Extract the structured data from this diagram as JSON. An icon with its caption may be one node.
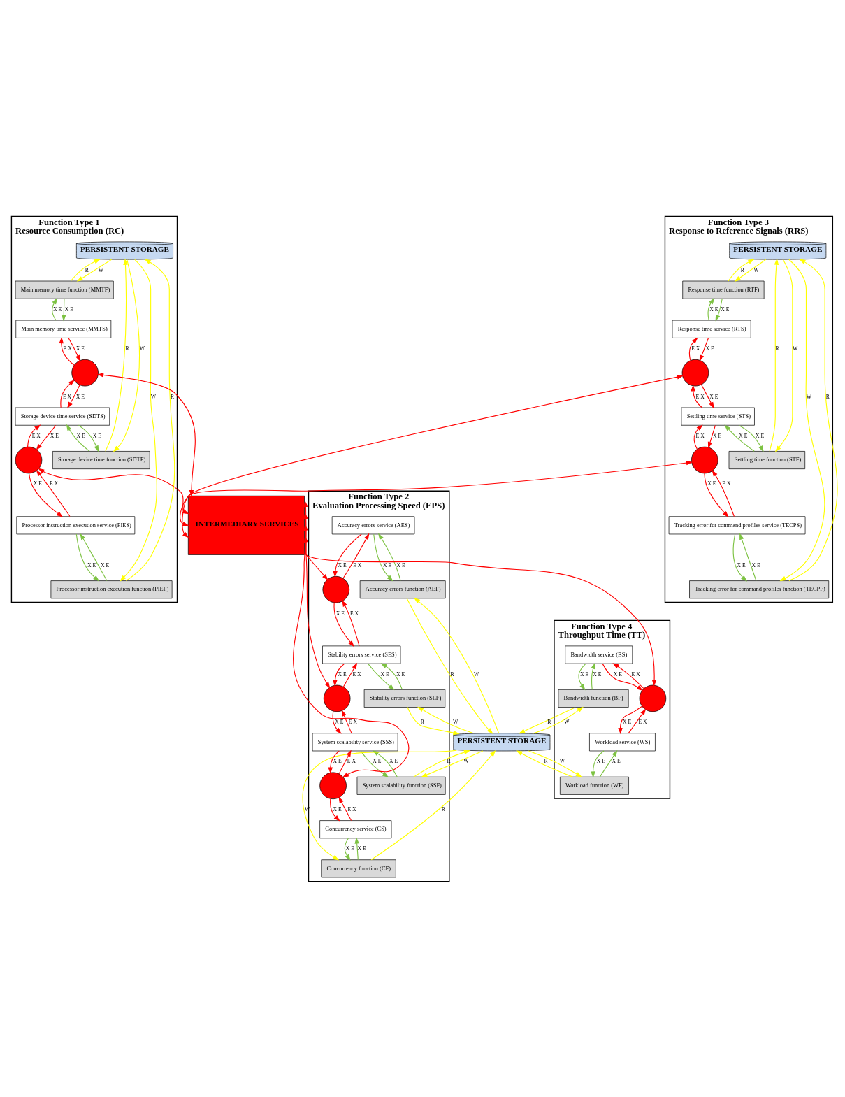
{
  "diagram": {
    "nodes": [
      {
        "text": [
          "Function Type 1",
          "Resource Consumption (RC)"
        ]
      },
      {
        "text": [
          "PERSISTENT STORAGE"
        ],
        "in": 0
      },
      {
        "text": [
          "Main memory time function (MMTF)"
        ],
        "in": 0
      },
      {
        "text": [
          "Main memory time service (MMTS)"
        ],
        "in": 0
      },
      {
        "text": [
          "Storage device time function (SDTF)"
        ],
        "in": 0
      },
      {
        "text": [
          "Storage device time service (SDTS)"
        ],
        "in": 0
      },
      {
        "text": [
          "Processor instruction execution function (PIEF)"
        ],
        "in": 0
      },
      {
        "text": [
          "Processor instruction execution service (PIES)"
        ],
        "in": 0
      },
      {
        "text": [],
        "shape": "circle",
        "in": 0
      },
      {
        "text": [],
        "shape": "circle",
        "in": 0
      },
      {
        "text": [
          "Function Type 2",
          "Evaluation Processing Speed (EPS)"
        ]
      },
      {
        "text": [
          "Accuracy errors service (AES)"
        ],
        "in": 10
      },
      {
        "text": [
          "Accuracy errors function (AEF)"
        ],
        "in": 10
      },
      {
        "text": [
          "Stability errors service (SES)"
        ],
        "in": 10
      },
      {
        "text": [
          "Stability errors function (SEF)"
        ],
        "in": 10
      },
      {
        "text": [
          "System scalability service (SSS)"
        ],
        "in": 10
      },
      {
        "text": [
          "System scalability function (SSF)"
        ],
        "in": 10
      },
      {
        "text": [
          "Concurrency service (CS)"
        ],
        "in": 10
      },
      {
        "text": [
          "Concurrency function (CF)"
        ],
        "in": 10
      },
      {
        "text": [],
        "shape": "circle",
        "in": 10
      },
      {
        "text": [],
        "shape": "circle",
        "in": 10
      },
      {
        "text": [],
        "shape": "circle",
        "in": 10
      },
      {
        "text": [
          "Function Type 3",
          "Response to Reference Signals (RRS)"
        ]
      },
      {
        "text": [
          "PERSISTENT STORAGE"
        ],
        "in": 22
      },
      {
        "text": [
          "Response time function (RTF)"
        ],
        "in": 22
      },
      {
        "text": [
          "Response time service (RTS)"
        ],
        "in": 22
      },
      {
        "text": [
          "Settling time function (STF)"
        ],
        "in": 22
      },
      {
        "text": [
          "Settling time service (STS)"
        ],
        "in": 22
      },
      {
        "text": [
          "Tracking error for command profiles function (TECPF)"
        ],
        "in": 22
      },
      {
        "text": [
          "Tracking error for command profiles service (TECPS)"
        ],
        "in": 22
      },
      {
        "text": [],
        "shape": "circle",
        "in": 22
      },
      {
        "text": [],
        "shape": "circle",
        "in": 22
      },
      {
        "text": [
          "Function Type 4",
          "Throughput Time (TT)"
        ]
      },
      {
        "text": [
          "Bandwidth service (BS)"
        ],
        "in": 32
      },
      {
        "text": [
          "Bandwidth function (BF)"
        ],
        "in": 32
      },
      {
        "text": [
          "Workload service (WS)"
        ],
        "in": 32
      },
      {
        "text": [
          "Workload function (WF)"
        ],
        "in": 32
      },
      {
        "text": [],
        "shape": "circle",
        "in": 32
      },
      {
        "text": [
          "PERSISTENT STORAGE"
        ]
      },
      {
        "text": [
          "INTERMEDIARY SERVICES"
        ]
      }
    ],
    "edges": [
      {
        "from": 1,
        "to": 2,
        "arrow": "to",
        "label": "W",
        "color": "#ffff00"
      },
      {
        "from": 2,
        "to": 1,
        "arrow": "to",
        "label": "R",
        "color": "#ffff00"
      },
      {
        "from": 3,
        "to": 2,
        "arrow": "to",
        "label": "X E",
        "color": "#7dc242"
      },
      {
        "from": 2,
        "to": 3,
        "arrow": "to",
        "label": "X E",
        "color": "#7dc242"
      },
      {
        "from": 8,
        "to": 3,
        "arrow": "to",
        "label": "E X"
      },
      {
        "from": 3,
        "to": 8,
        "arrow": "to",
        "label": "X E"
      },
      {
        "from": 8,
        "to": 39,
        "arrow": "both"
      },
      {
        "from": 5,
        "to": 8,
        "arrow": "to",
        "label": "E X"
      },
      {
        "from": 8,
        "to": 5,
        "arrow": "to",
        "label": "X E"
      },
      {
        "from": 1,
        "to": 4,
        "arrow": "to",
        "label": "W",
        "color": "#ffff00"
      },
      {
        "from": 4,
        "to": 1,
        "arrow": "to",
        "label": "R",
        "color": "#ffff00"
      },
      {
        "from": 5,
        "to": 4,
        "arrow": "to",
        "label": "X E",
        "color": "#7dc242"
      },
      {
        "from": 4,
        "to": 5,
        "arrow": "to",
        "label": "X E",
        "color": "#7dc242"
      },
      {
        "from": 9,
        "to": 5,
        "arrow": "to",
        "label": "E X"
      },
      {
        "from": 5,
        "to": 9,
        "arrow": "to",
        "label": "X E"
      },
      {
        "from": 9,
        "to": 39,
        "arrow": "both"
      },
      {
        "from": 7,
        "to": 9,
        "arrow": "to",
        "label": "E X"
      },
      {
        "from": 9,
        "to": 7,
        "arrow": "to",
        "label": "X E"
      },
      {
        "from": 1,
        "to": 6,
        "arrow": "to",
        "label": "W",
        "color": "#ffff00"
      },
      {
        "from": 6,
        "to": 1,
        "arrow": "to",
        "label": "R",
        "color": "#ffff00"
      },
      {
        "from": 7,
        "to": 6,
        "arrow": "to",
        "label": "X E",
        "color": "#7dc242"
      },
      {
        "from": 6,
        "to": 7,
        "arrow": "to",
        "label": "X E",
        "color": "#7dc242"
      },
      {
        "from": 12,
        "to": 11,
        "arrow": "to",
        "label": "X E",
        "color": "#7dc242"
      },
      {
        "from": 11,
        "to": 12,
        "arrow": "to",
        "label": "X E",
        "color": "#7dc242"
      },
      {
        "from": 12,
        "to": 38,
        "arrow": "to",
        "label": "R",
        "color": "#ffff00"
      },
      {
        "from": 38,
        "to": 12,
        "arrow": "to",
        "label": "W",
        "color": "#ffff00"
      },
      {
        "from": 19,
        "to": 11,
        "arrow": "to",
        "label": "E X"
      },
      {
        "from": 11,
        "to": 19,
        "arrow": "to",
        "label": "X E"
      },
      {
        "from": 39,
        "to": 19,
        "arrow": "both"
      },
      {
        "from": 13,
        "to": 19,
        "arrow": "to",
        "label": "E X"
      },
      {
        "from": 19,
        "to": 13,
        "arrow": "to",
        "label": "X E"
      },
      {
        "from": 14,
        "to": 13,
        "arrow": "to",
        "label": "X E",
        "color": "#7dc242"
      },
      {
        "from": 13,
        "to": 14,
        "arrow": "to",
        "label": "X E",
        "color": "#7dc242"
      },
      {
        "from": 14,
        "to": 38,
        "arrow": "to",
        "label": "R",
        "color": "#ffff00"
      },
      {
        "from": 38,
        "to": 14,
        "arrow": "to",
        "label": "W",
        "color": "#ffff00"
      },
      {
        "from": 20,
        "to": 13,
        "arrow": "to",
        "label": "E X"
      },
      {
        "from": 13,
        "to": 20,
        "arrow": "to",
        "label": "X E"
      },
      {
        "from": 39,
        "to": 20,
        "arrow": "both"
      },
      {
        "from": 15,
        "to": 20,
        "arrow": "to",
        "label": "E X"
      },
      {
        "from": 20,
        "to": 15,
        "arrow": "to",
        "label": "X E"
      },
      {
        "from": 16,
        "to": 15,
        "arrow": "to",
        "label": "X E",
        "color": "#7dc242"
      },
      {
        "from": 15,
        "to": 16,
        "arrow": "to",
        "label": "X E",
        "color": "#7dc242"
      },
      {
        "from": 16,
        "to": 38,
        "arrow": "to",
        "label": "R",
        "color": "#ffff00"
      },
      {
        "from": 38,
        "to": 16,
        "arrow": "to",
        "label": "W",
        "color": "#ffff00"
      },
      {
        "from": 21,
        "to": 15,
        "arrow": "to",
        "label": "E X"
      },
      {
        "from": 15,
        "to": 21,
        "arrow": "to",
        "label": "X E"
      },
      {
        "from": 39,
        "to": 21,
        "arrow": "both"
      },
      {
        "from": 17,
        "to": 21,
        "arrow": "to",
        "label": "E X"
      },
      {
        "from": 21,
        "to": 17,
        "arrow": "to",
        "label": "X E"
      },
      {
        "from": 18,
        "to": 17,
        "arrow": "to",
        "label": "X E",
        "color": "#7dc242"
      },
      {
        "from": 17,
        "to": 18,
        "arrow": "to",
        "label": "X E",
        "color": "#7dc242"
      },
      {
        "from": 18,
        "to": 38,
        "arrow": "to",
        "label": "R",
        "color": "#ffff00"
      },
      {
        "from": 38,
        "to": 18,
        "arrow": "to",
        "label": "W",
        "color": "#ffff00"
      },
      {
        "from": 23,
        "to": 24,
        "arrow": "to",
        "label": "W",
        "color": "#ffff00"
      },
      {
        "from": 24,
        "to": 23,
        "arrow": "to",
        "label": "R",
        "color": "#ffff00"
      },
      {
        "from": 25,
        "to": 24,
        "arrow": "to",
        "label": "X E",
        "color": "#7dc242"
      },
      {
        "from": 24,
        "to": 25,
        "arrow": "to",
        "label": "X E",
        "color": "#7dc242"
      },
      {
        "from": 30,
        "to": 25,
        "arrow": "to",
        "label": "E X"
      },
      {
        "from": 25,
        "to": 30,
        "arrow": "to",
        "label": "X E"
      },
      {
        "from": 30,
        "to": 39,
        "arrow": "both"
      },
      {
        "from": 27,
        "to": 30,
        "arrow": "to",
        "label": "E X"
      },
      {
        "from": 30,
        "to": 27,
        "arrow": "to",
        "label": "X E"
      },
      {
        "from": 23,
        "to": 26,
        "arrow": "to",
        "label": "W",
        "color": "#ffff00"
      },
      {
        "from": 26,
        "to": 23,
        "arrow": "to",
        "label": "R",
        "color": "#ffff00"
      },
      {
        "from": 27,
        "to": 26,
        "arrow": "to",
        "label": "X E",
        "color": "#7dc242"
      },
      {
        "from": 26,
        "to": 27,
        "arrow": "to",
        "label": "X E",
        "color": "#7dc242"
      },
      {
        "from": 31,
        "to": 27,
        "arrow": "to",
        "label": "E X"
      },
      {
        "from": 27,
        "to": 31,
        "arrow": "to",
        "label": "X E"
      },
      {
        "from": 31,
        "to": 39,
        "arrow": "both"
      },
      {
        "from": 29,
        "to": 31,
        "arrow": "to",
        "label": "E X"
      },
      {
        "from": 31,
        "to": 29,
        "arrow": "to",
        "label": "X E"
      },
      {
        "from": 23,
        "to": 28,
        "arrow": "to",
        "label": "W",
        "color": "#ffff00"
      },
      {
        "from": 28,
        "to": 23,
        "arrow": "to",
        "label": "R",
        "color": "#ffff00"
      },
      {
        "from": 29,
        "to": 28,
        "arrow": "to",
        "label": "X E",
        "color": "#7dc242"
      },
      {
        "from": 28,
        "to": 29,
        "arrow": "to",
        "label": "X E",
        "color": "#7dc242"
      },
      {
        "from": 34,
        "to": 33,
        "arrow": "to",
        "label": "X E",
        "color": "#7dc242"
      },
      {
        "from": 33,
        "to": 34,
        "arrow": "to",
        "label": "X E",
        "color": "#7dc242"
      },
      {
        "from": 34,
        "to": 38,
        "arrow": "to",
        "label": "R",
        "color": "#ffff00"
      },
      {
        "from": 38,
        "to": 34,
        "arrow": "to",
        "label": "W",
        "color": "#ffff00"
      },
      {
        "from": 37,
        "to": 33,
        "arrow": "to",
        "label": "E X"
      },
      {
        "from": 33,
        "to": 37,
        "arrow": "to",
        "label": "X E"
      },
      {
        "from": 39,
        "to": 37,
        "arrow": "both"
      },
      {
        "from": 35,
        "to": 37,
        "arrow": "to",
        "label": "E X"
      },
      {
        "from": 37,
        "to": 35,
        "arrow": "to",
        "label": "X E"
      },
      {
        "from": 36,
        "to": 35,
        "arrow": "to",
        "label": "X E",
        "color": "#7dc242"
      },
      {
        "from": 35,
        "to": 36,
        "arrow": "to",
        "label": "X E",
        "color": "#7dc242"
      },
      {
        "from": 36,
        "to": 38,
        "arrow": "to",
        "label": "R",
        "color": "#ffff00"
      },
      {
        "from": 38,
        "to": 36,
        "arrow": "to",
        "label": "W",
        "color": "#ffff00"
      }
    ]
  }
}
